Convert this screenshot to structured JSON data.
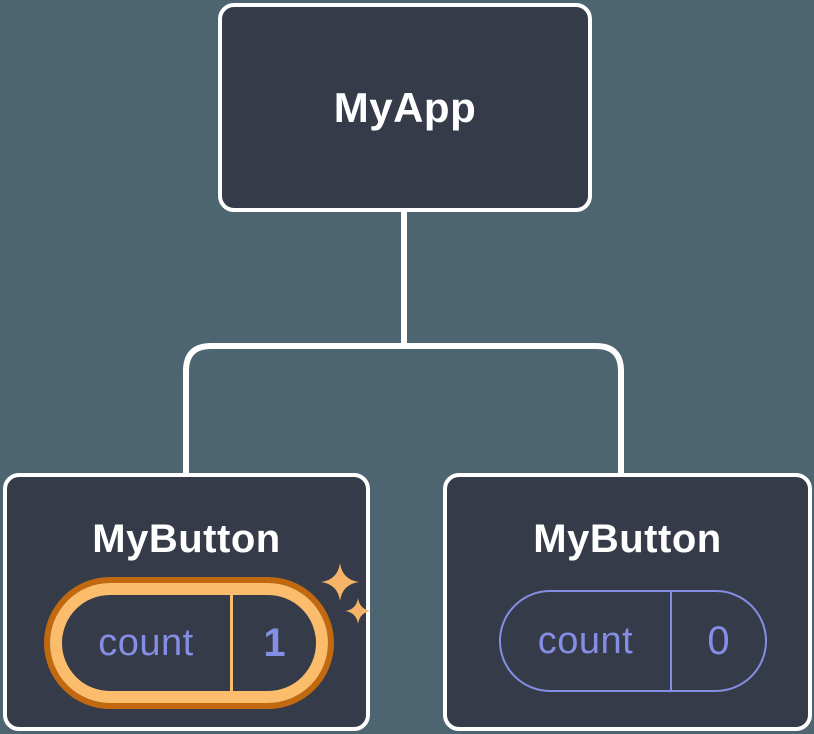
{
  "diagram": {
    "title": "React component tree with state",
    "colors": {
      "background": "#4d6570",
      "card": "#353b48",
      "line": "#ffffff",
      "state_purple": "#848ee4",
      "highlight_ring_light": "#fbbd6b",
      "highlight_ring_dark": "#c2690f",
      "sparkle": "#f6b469"
    },
    "tree": {
      "root": {
        "label": "MyApp"
      },
      "children": [
        {
          "label": "MyButton",
          "state": {
            "key": "count",
            "value": "1",
            "highlighted": true
          }
        },
        {
          "label": "MyButton",
          "state": {
            "key": "count",
            "value": "0",
            "highlighted": false
          }
        }
      ]
    }
  }
}
